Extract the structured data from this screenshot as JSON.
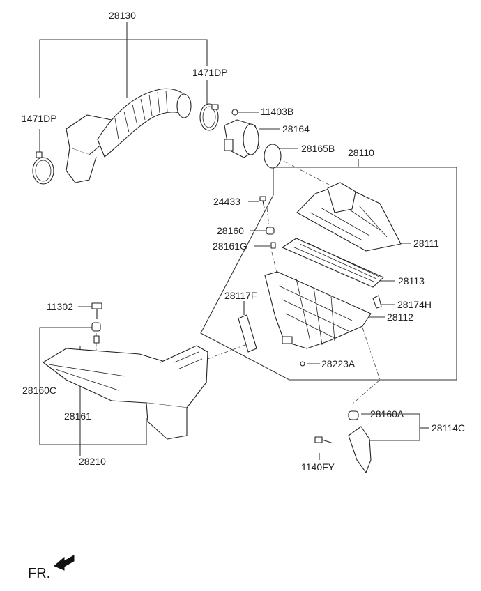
{
  "labels": {
    "p28130": "28130",
    "p1471dp_left": "1471DP",
    "p1471dp_right": "1471DP",
    "p11403b": "11403B",
    "p28164": "28164",
    "p28165b": "28165B",
    "p28110": "28110",
    "p24433": "24433",
    "p28160": "28160",
    "p28161g": "28161G",
    "p28111": "28111",
    "p28113": "28113",
    "p28117f": "28117F",
    "p28174h": "28174H",
    "p28112": "28112",
    "p28223a": "28223A",
    "p11302": "11302",
    "p28160c": "28160C",
    "p28161": "28161",
    "p28210": "28210",
    "p28160a": "28160A",
    "p28114c": "28114C",
    "p1140fy": "1140FY"
  },
  "direction_marker": {
    "text": "FR.",
    "icon": "front-arrow-icon"
  }
}
